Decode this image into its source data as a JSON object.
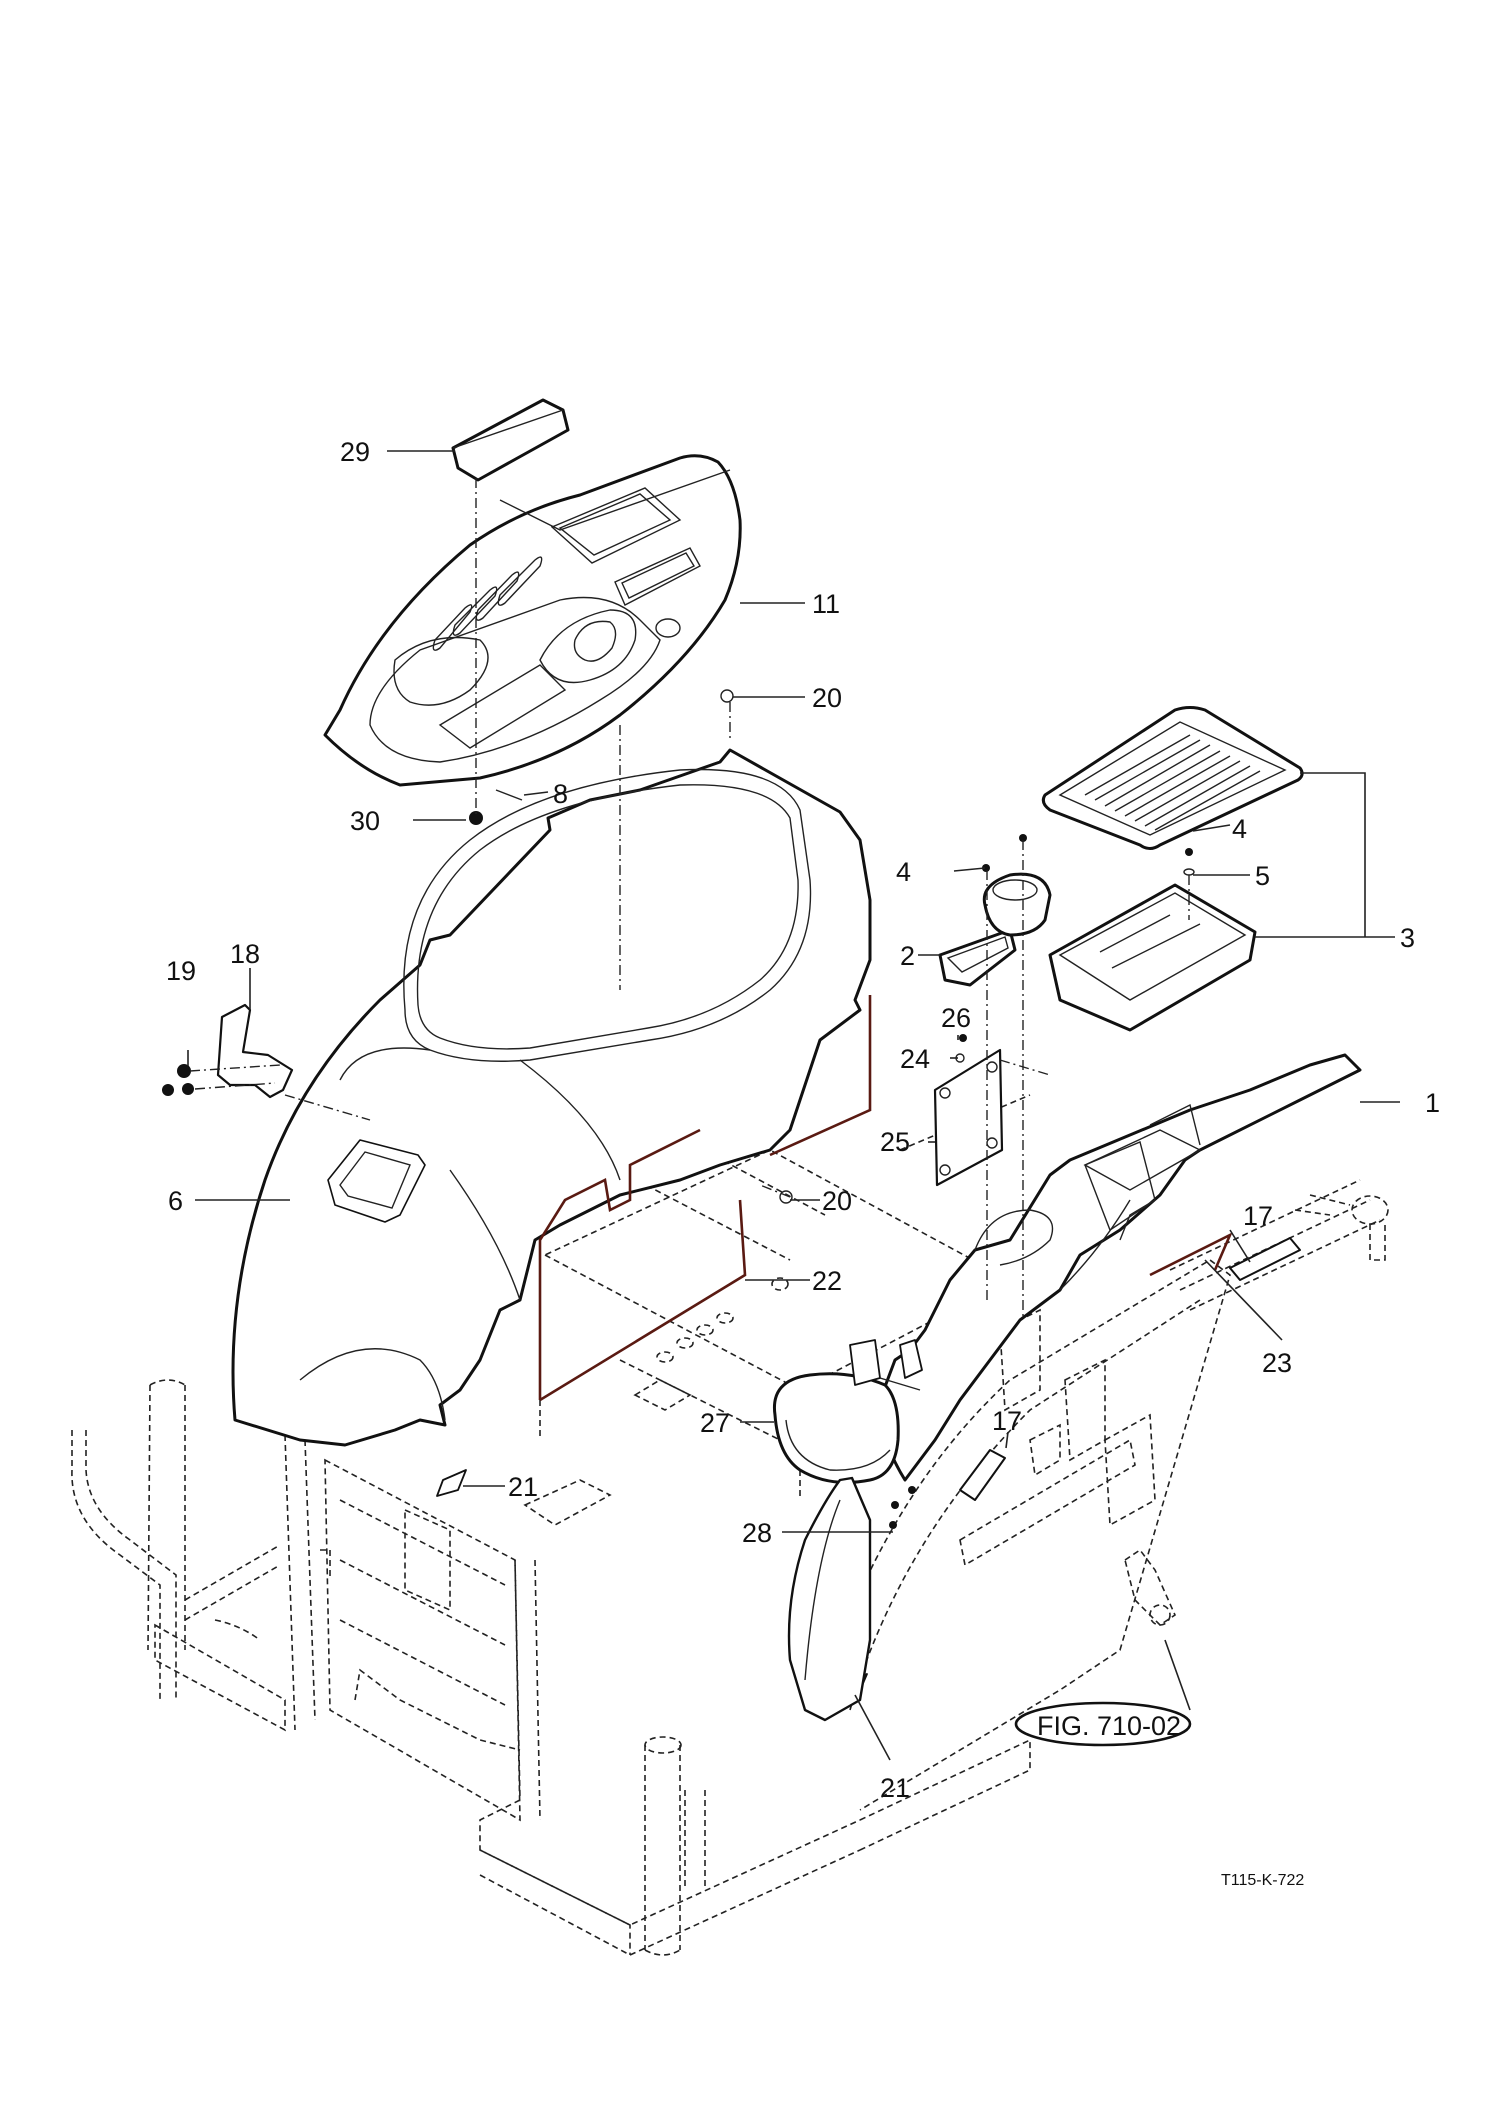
{
  "document": {
    "type": "exploded parts diagram",
    "drawing_number": "T115-K-722",
    "figure_reference": "FIG. 710-02"
  },
  "callouts": [
    {
      "id": "c29",
      "label": "29",
      "part": "pad"
    },
    {
      "id": "c11",
      "label": "11",
      "part": "instrument panel cover"
    },
    {
      "id": "c20a",
      "label": "20",
      "part": "clip"
    },
    {
      "id": "c8",
      "label": "8",
      "part": "screw"
    },
    {
      "id": "c30",
      "label": "30",
      "part": "nut"
    },
    {
      "id": "c4a",
      "label": "4",
      "part": "screw"
    },
    {
      "id": "c4b",
      "label": "4",
      "part": "screw"
    },
    {
      "id": "c5",
      "label": "5",
      "part": "washer"
    },
    {
      "id": "c3",
      "label": "3",
      "part": "storage box with lid"
    },
    {
      "id": "c2",
      "label": "2",
      "part": "cup holder tray"
    },
    {
      "id": "c19",
      "label": "19",
      "part": "nut"
    },
    {
      "id": "c18",
      "label": "18",
      "part": "bracket"
    },
    {
      "id": "c26",
      "label": "26",
      "part": "nut"
    },
    {
      "id": "c24",
      "label": "24",
      "part": "screw"
    },
    {
      "id": "c1",
      "label": "1",
      "part": "console cover"
    },
    {
      "id": "c25",
      "label": "25",
      "part": "plate"
    },
    {
      "id": "c6",
      "label": "6",
      "part": "dash cover"
    },
    {
      "id": "c20b",
      "label": "20",
      "part": "clip"
    },
    {
      "id": "c17a",
      "label": "17",
      "part": "foam pad"
    },
    {
      "id": "c22",
      "label": "22",
      "part": "seal"
    },
    {
      "id": "c23",
      "label": "23",
      "part": "seal"
    },
    {
      "id": "c27",
      "label": "27",
      "part": "armrest"
    },
    {
      "id": "c21a",
      "label": "21",
      "part": "label"
    },
    {
      "id": "c17b",
      "label": "17",
      "part": "foam pad"
    },
    {
      "id": "c28",
      "label": "28",
      "part": "bolt"
    },
    {
      "id": "c21b",
      "label": "21",
      "part": "label"
    }
  ]
}
